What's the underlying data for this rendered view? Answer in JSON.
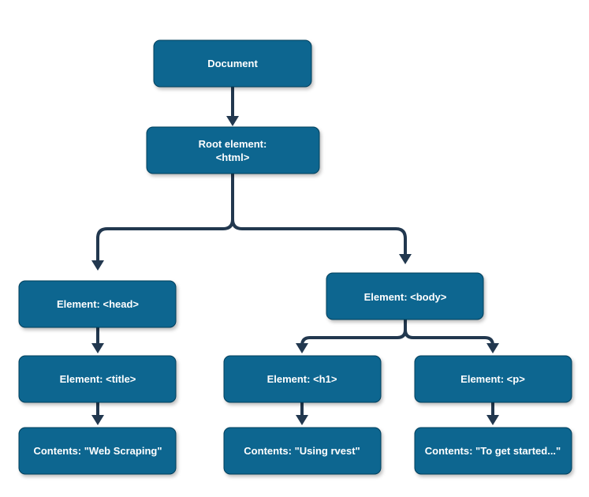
{
  "nodes": {
    "document": {
      "lines": [
        "Document"
      ]
    },
    "root": {
      "lines": [
        "Root element:",
        "<html>"
      ]
    },
    "head": {
      "lines": [
        "Element: <head>"
      ]
    },
    "body": {
      "lines": [
        "Element: <body>"
      ]
    },
    "title": {
      "lines": [
        "Element: <title>"
      ]
    },
    "h1": {
      "lines": [
        "Element: <h1>"
      ]
    },
    "p": {
      "lines": [
        "Element: <p>"
      ]
    },
    "title_contents": {
      "lines": [
        "Contents: \"Web Scraping\""
      ]
    },
    "h1_contents": {
      "lines": [
        "Contents: \"Using rvest\""
      ]
    },
    "p_contents": {
      "lines": [
        "Contents: \"To get started...\""
      ]
    }
  },
  "edges": [
    {
      "from": "document",
      "to": "root"
    },
    {
      "from": "root",
      "to": "head"
    },
    {
      "from": "root",
      "to": "body"
    },
    {
      "from": "head",
      "to": "title"
    },
    {
      "from": "title",
      "to": "title_contents"
    },
    {
      "from": "body",
      "to": "h1"
    },
    {
      "from": "body",
      "to": "p"
    },
    {
      "from": "h1",
      "to": "h1_contents"
    },
    {
      "from": "p",
      "to": "p_contents"
    }
  ],
  "colors": {
    "node_fill": "#0b6690",
    "node_text": "#ffffff",
    "edge": "#22384f"
  }
}
